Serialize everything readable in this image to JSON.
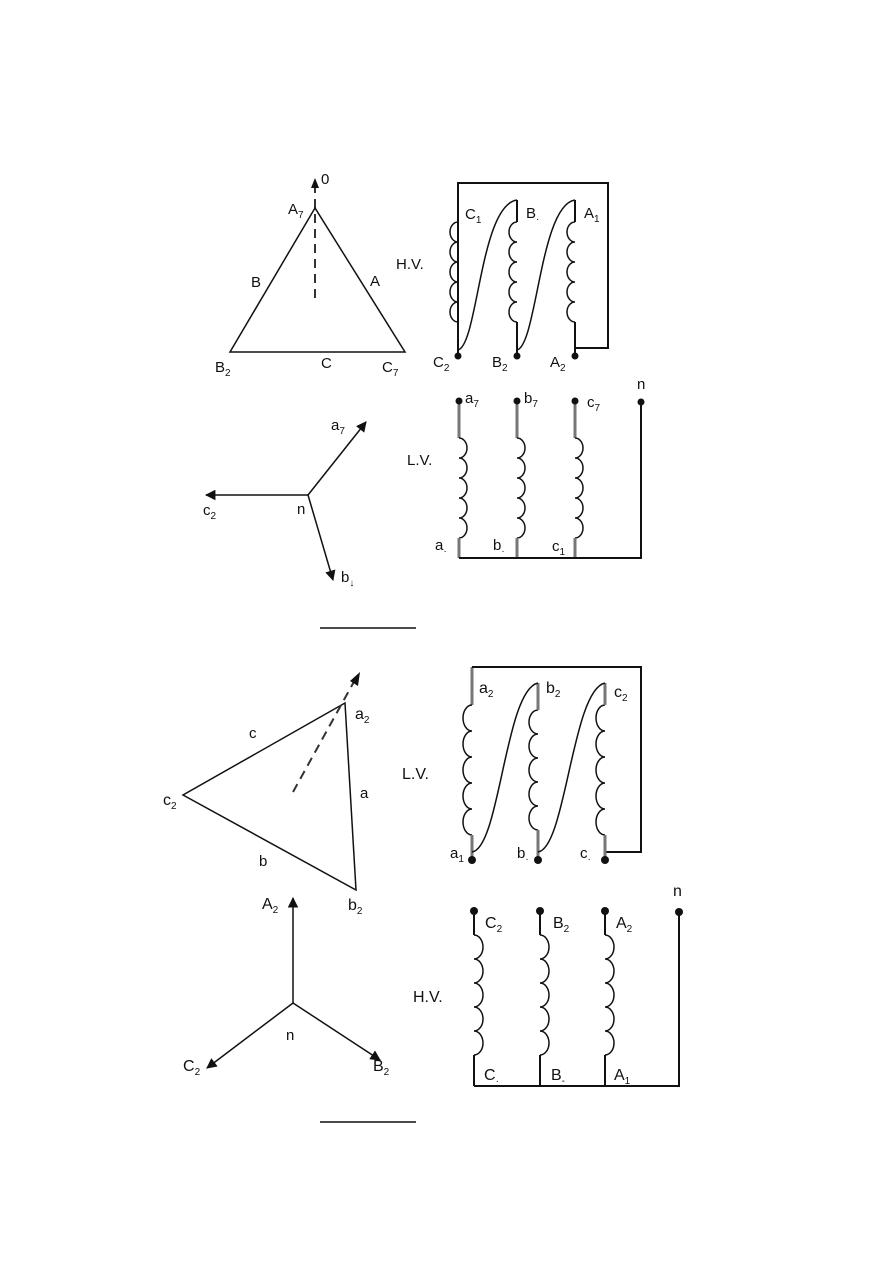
{
  "top": {
    "phasor_delta": {
      "vertex_top": {
        "base": "A",
        "sub": "7"
      },
      "vertex_left": {
        "base": "B",
        "sub": "2"
      },
      "vertex_right": {
        "base": "C",
        "sub": "7"
      },
      "side_left": "B",
      "side_right": "A",
      "side_bottom": "C",
      "reference": "0"
    },
    "hv_winding": {
      "label": "H.V.",
      "top_terms": [
        {
          "base": "C",
          "sub": "1"
        },
        {
          "base": "B",
          "sub": "·"
        },
        {
          "base": "A",
          "sub": "1"
        }
      ],
      "bottom_terms": [
        {
          "base": "C",
          "sub": "2"
        },
        {
          "base": "B",
          "sub": "2"
        },
        {
          "base": "A",
          "sub": "2"
        }
      ]
    },
    "phasor_star": {
      "a": {
        "base": "a",
        "sub": "7"
      },
      "b": {
        "base": "b",
        "sub": "↓"
      },
      "c": {
        "base": "c",
        "sub": "2"
      },
      "neutral": "n"
    },
    "lv_winding": {
      "label": "L.V.",
      "top_terms": [
        {
          "base": "a",
          "sub": "7"
        },
        {
          "base": "b",
          "sub": "7"
        },
        {
          "base": "c",
          "sub": "7"
        }
      ],
      "bottom_terms": [
        {
          "base": "a",
          "sub": "·"
        },
        {
          "base": "b",
          "sub": "·"
        },
        {
          "base": "c",
          "sub": "1"
        }
      ],
      "neutral": "n"
    }
  },
  "bottom": {
    "phasor_delta": {
      "vertex_a": {
        "base": "a",
        "sub": "2"
      },
      "vertex_b": {
        "base": "b",
        "sub": "2"
      },
      "vertex_c": {
        "base": "c",
        "sub": "2"
      },
      "side_c": "c",
      "side_a": "a",
      "side_b": "b"
    },
    "lv_winding": {
      "label": "L.V.",
      "top_terms": [
        {
          "base": "a",
          "sub": "2"
        },
        {
          "base": "b",
          "sub": "2"
        },
        {
          "base": "c",
          "sub": "2"
        }
      ],
      "bottom_terms": [
        {
          "base": "a",
          "sub": "1"
        },
        {
          "base": "b",
          "sub": "·"
        },
        {
          "base": "c",
          "sub": "·"
        }
      ]
    },
    "phasor_star": {
      "a": {
        "base": "A",
        "sub": "2"
      },
      "b": {
        "base": "B",
        "sub": "2"
      },
      "c": {
        "base": "C",
        "sub": "2"
      },
      "neutral": "n"
    },
    "hv_winding": {
      "label": "H.V.",
      "top_terms": [
        {
          "base": "C",
          "sub": "2"
        },
        {
          "base": "B",
          "sub": "2"
        },
        {
          "base": "A",
          "sub": "2"
        }
      ],
      "bottom_terms": [
        {
          "base": "C",
          "sub": "·"
        },
        {
          "base": "B",
          "sub": "-"
        },
        {
          "base": "A",
          "sub": "1"
        }
      ],
      "neutral": "n"
    }
  }
}
